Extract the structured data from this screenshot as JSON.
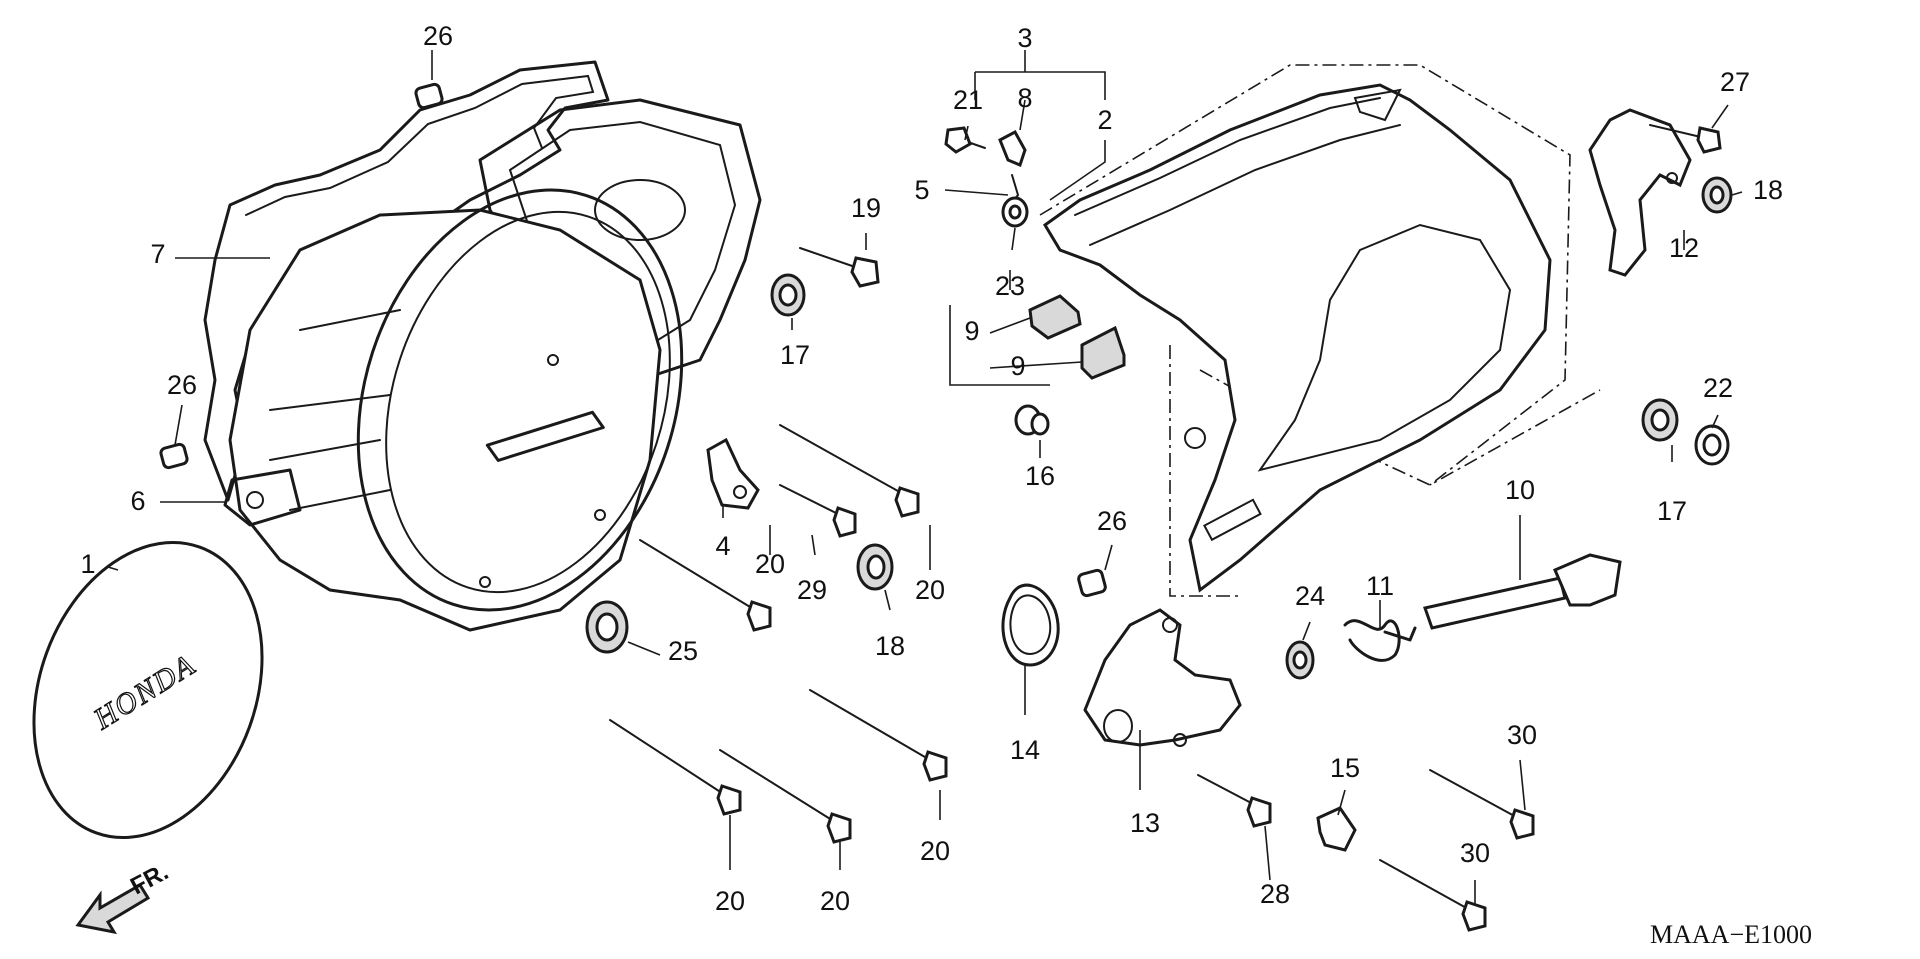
{
  "diagram": {
    "code": "MAAA−E1000",
    "direction_label": "FR.",
    "cover_logo_text": "HONDA",
    "callouts": [
      {
        "id": "c1",
        "label": "1"
      },
      {
        "id": "c2",
        "label": "2"
      },
      {
        "id": "c3",
        "label": "3"
      },
      {
        "id": "c4",
        "label": "4"
      },
      {
        "id": "c5",
        "label": "5"
      },
      {
        "id": "c6",
        "label": "6"
      },
      {
        "id": "c7",
        "label": "7"
      },
      {
        "id": "c8",
        "label": "8"
      },
      {
        "id": "c9a",
        "label": "9"
      },
      {
        "id": "c9b",
        "label": "9"
      },
      {
        "id": "c10",
        "label": "10"
      },
      {
        "id": "c11",
        "label": "11"
      },
      {
        "id": "c12",
        "label": "12"
      },
      {
        "id": "c13",
        "label": "13"
      },
      {
        "id": "c14",
        "label": "14"
      },
      {
        "id": "c15",
        "label": "15"
      },
      {
        "id": "c16",
        "label": "16"
      },
      {
        "id": "c17a",
        "label": "17"
      },
      {
        "id": "c17b",
        "label": "17"
      },
      {
        "id": "c18a",
        "label": "18"
      },
      {
        "id": "c18b",
        "label": "18"
      },
      {
        "id": "c19",
        "label": "19"
      },
      {
        "id": "c20a",
        "label": "20"
      },
      {
        "id": "c20b",
        "label": "20"
      },
      {
        "id": "c20c",
        "label": "20"
      },
      {
        "id": "c20d",
        "label": "20"
      },
      {
        "id": "c20e",
        "label": "20"
      },
      {
        "id": "c21",
        "label": "21"
      },
      {
        "id": "c22",
        "label": "22"
      },
      {
        "id": "c23",
        "label": "23"
      },
      {
        "id": "c24",
        "label": "24"
      },
      {
        "id": "c25",
        "label": "25"
      },
      {
        "id": "c26a",
        "label": "26"
      },
      {
        "id": "c26b",
        "label": "26"
      },
      {
        "id": "c26c",
        "label": "26"
      },
      {
        "id": "c27",
        "label": "27"
      },
      {
        "id": "c28",
        "label": "28"
      },
      {
        "id": "c29",
        "label": "29"
      },
      {
        "id": "c30a",
        "label": "30"
      },
      {
        "id": "c30b",
        "label": "30"
      }
    ]
  }
}
